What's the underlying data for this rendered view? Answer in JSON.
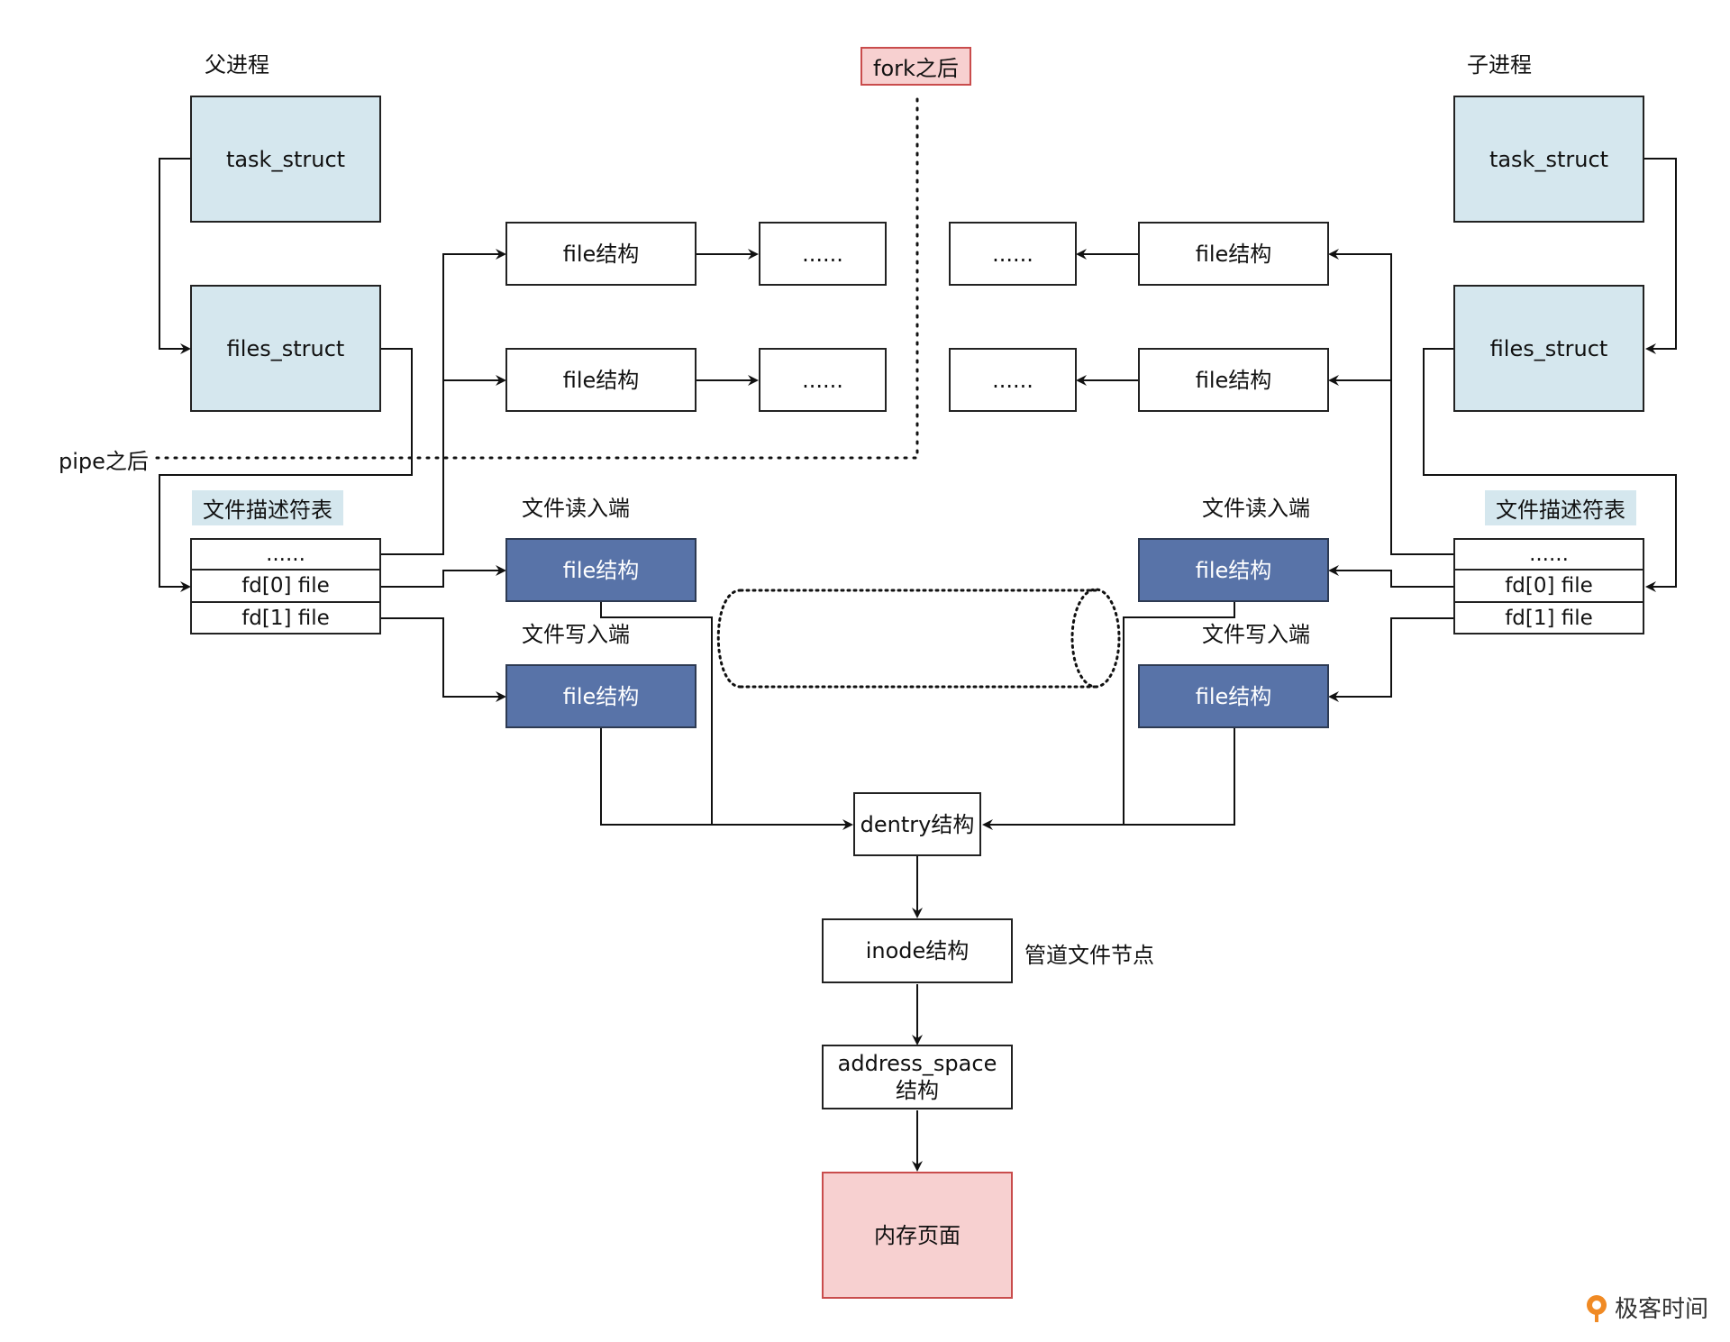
{
  "parent": {
    "title": "父进程",
    "task_struct": "task_struct",
    "files_struct": "files_struct",
    "fd_table_label": "文件描述符表",
    "fd_rows": [
      "......",
      "fd[0] file",
      "fd[1] file"
    ]
  },
  "child": {
    "title": "子进程",
    "task_struct": "task_struct",
    "files_struct": "files_struct",
    "fd_table_label": "文件描述符表",
    "fd_rows": [
      "......",
      "fd[0] file",
      "fd[1] file"
    ]
  },
  "markers": {
    "fork": "fork之后",
    "pipe": "pipe之后"
  },
  "file_struct_label": "file结构",
  "ellipsis": "......",
  "read_end_label": "文件读入端",
  "write_end_label": "文件写入端",
  "dentry": "dentry结构",
  "inode": "inode结构",
  "inode_note": "管道文件节点",
  "address_space": "address_space\n结构",
  "memory_page": "内存页面",
  "brand": "极客时间",
  "colors": {
    "light_blue": "#d5e7ee",
    "dark_blue": "#5873a8",
    "pink": "#f7d0d0",
    "pink_border": "#c94c4c"
  }
}
